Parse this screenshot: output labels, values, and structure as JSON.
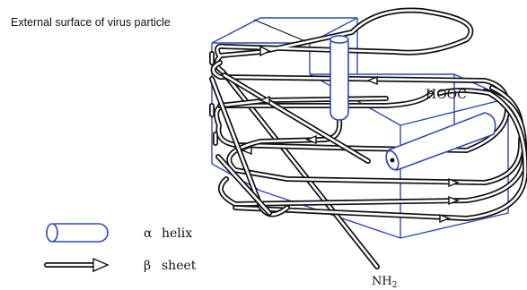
{
  "labels": {
    "surface": "External surface of virus particle",
    "cterm": "HOOC",
    "nterm_base": "NH",
    "nterm_sub": "2"
  },
  "legend": {
    "helix_symbol": "α",
    "helix_label": "helix",
    "sheet_symbol": "β",
    "sheet_label": "sheet"
  },
  "colors": {
    "box": "#2e49b3",
    "strand": "#111111"
  },
  "icons": {
    "helix": "cylinder-icon",
    "sheet": "arrow-strand-icon"
  }
}
